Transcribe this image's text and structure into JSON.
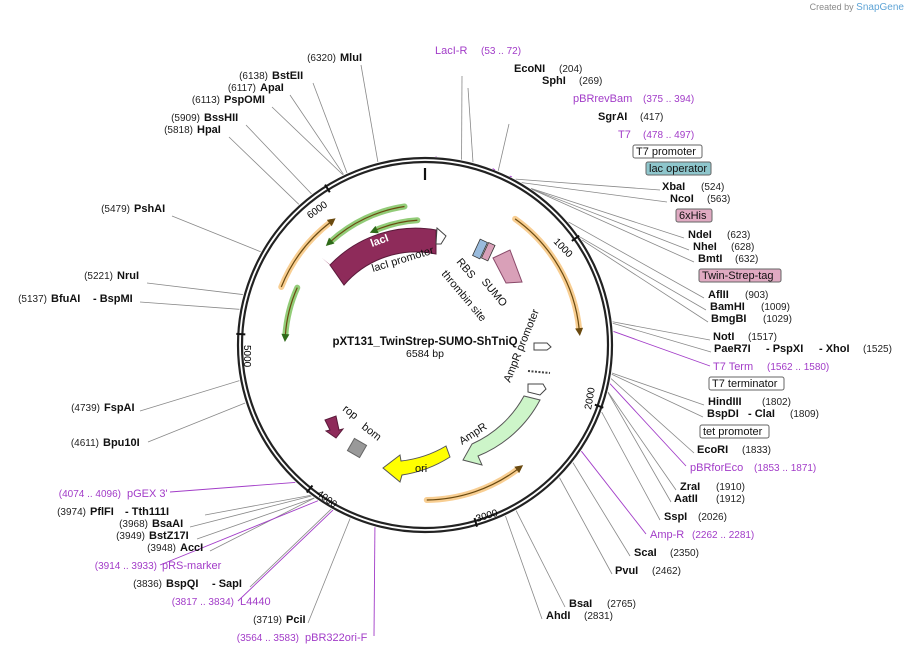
{
  "credit": {
    "created_by": "Created by",
    "brand": "SnapGene"
  },
  "plasmid": {
    "name": "pXT131_TwinStrep-SUMO-ShTniQ",
    "size": "6584 bp",
    "ticks": [
      "1000",
      "2000",
      "3000",
      "4000",
      "5000",
      "6000"
    ]
  },
  "features": [
    {
      "label": "lacI"
    },
    {
      "label": "lacI promoter"
    },
    {
      "label": "RBS"
    },
    {
      "label": "SUMO"
    },
    {
      "label": "thrombin site"
    },
    {
      "label": "AmpR promoter"
    },
    {
      "label": "AmpR"
    },
    {
      "label": "ori"
    },
    {
      "label": "rop"
    },
    {
      "label": "bom"
    }
  ],
  "colors": {
    "lacI": "#8e2b5a",
    "sumo": "#d9a0b8",
    "ampr": "#cdf5c9",
    "ori": "#ffff00",
    "rop": "#8e2b5a",
    "bom": "#999999",
    "orange_arc": "#f5b357",
    "green_arc": "#58b030",
    "primer": "#a23cc8"
  },
  "labels": {
    "mlui": {
      "name": "MluI",
      "pos": "(6320)"
    },
    "bsteii": {
      "name": "BstEII",
      "pos": "(6138)"
    },
    "apai": {
      "name": "ApaI",
      "pos": "(6117)"
    },
    "pspomi": {
      "name": "PspOMI",
      "pos": "(6113)"
    },
    "bsshii": {
      "name": "BssHII",
      "pos": "(5909)"
    },
    "hpai": {
      "name": "HpaI",
      "pos": "(5818)"
    },
    "pshai": {
      "name": "PshAI",
      "pos": "(5479)"
    },
    "nrui": {
      "name": "NruI",
      "pos": "(5221)"
    },
    "bfuai": {
      "name": "BfuAI",
      "pos": "(5137)",
      "extra": "- BspMI"
    },
    "fspai": {
      "name": "FspAI",
      "pos": "(4739)"
    },
    "bpu10i": {
      "name": "Bpu10I",
      "pos": "(4611)"
    },
    "pgex3": {
      "name": "pGEX 3'",
      "pos": "(4074 .. 4096)"
    },
    "pflfi": {
      "name": "PflFI",
      "pos": "(3974)",
      "extra": "- Tth111I"
    },
    "bsaai": {
      "name": "BsaAI",
      "pos": "(3968)"
    },
    "bstz17i": {
      "name": "BstZ17I",
      "pos": "(3949)"
    },
    "acci": {
      "name": "AccI",
      "pos": "(3948)"
    },
    "prs": {
      "name": "pRS-marker",
      "pos": "(3914 .. 3933)"
    },
    "bspqi": {
      "name": "BspQI",
      "pos": "(3836)",
      "extra": "- SapI"
    },
    "l4440": {
      "name": "L4440",
      "pos": "(3817 .. 3834)"
    },
    "pcii": {
      "name": "PciI",
      "pos": "(3719)"
    },
    "pbr322": {
      "name": "pBR322ori-F",
      "pos": "(3564 .. 3583)"
    },
    "lacir": {
      "name": "LacI-R",
      "pos": "(53 .. 72)"
    },
    "econi": {
      "name": "EcoNI",
      "pos": "(204)"
    },
    "sphi": {
      "name": "SphI",
      "pos": "(269)"
    },
    "pbrrev": {
      "name": "pBRrevBam",
      "pos": "(375 .. 394)"
    },
    "sgrai": {
      "name": "SgrAI",
      "pos": "(417)"
    },
    "t7": {
      "name": "T7",
      "pos": "(478 .. 497)"
    },
    "t7prom": {
      "name": "T7 promoter"
    },
    "lacop": {
      "name": "lac operator"
    },
    "xbai": {
      "name": "XbaI",
      "pos": "(524)"
    },
    "ncoi": {
      "name": "NcoI",
      "pos": "(563)"
    },
    "his": {
      "name": "6xHis"
    },
    "ndei": {
      "name": "NdeI",
      "pos": "(623)"
    },
    "nhei": {
      "name": "NheI",
      "pos": "(628)"
    },
    "bmti": {
      "name": "BmtI",
      "pos": "(632)"
    },
    "twin": {
      "name": "Twin-Strep-tag"
    },
    "aflii": {
      "name": "AflII",
      "pos": "(903)"
    },
    "bamhi": {
      "name": "BamHI",
      "pos": "(1009)"
    },
    "bmgbi": {
      "name": "BmgBI",
      "pos": "(1029)"
    },
    "noti": {
      "name": "NotI",
      "pos": "(1517)"
    },
    "paer7i": {
      "name": "PaeR7I",
      "extra1": "- PspXI",
      "extra2": "- XhoI",
      "pos": "(1525)"
    },
    "t7term": {
      "name": "T7 Term",
      "pos": "(1562 .. 1580)"
    },
    "t7terminator": {
      "name": "T7 terminator"
    },
    "hindiii": {
      "name": "HindIII",
      "pos": "(1802)"
    },
    "bspdi": {
      "name": "BspDI",
      "extra": "- ClaI",
      "pos": "(1809)"
    },
    "tetprom": {
      "name": "tet promoter"
    },
    "ecori": {
      "name": "EcoRI",
      "pos": "(1833)"
    },
    "pbrforeco": {
      "name": "pBRforEco",
      "pos": "(1853 .. 1871)"
    },
    "zrai": {
      "name": "ZraI",
      "pos": "(1910)"
    },
    "aatii": {
      "name": "AatII",
      "pos": "(1912)"
    },
    "sspi": {
      "name": "SspI",
      "pos": "(2026)"
    },
    "ampr_primer": {
      "name": "Amp-R",
      "pos": "(2262 .. 2281)"
    },
    "scai": {
      "name": "ScaI",
      "pos": "(2350)"
    },
    "pvui": {
      "name": "PvuI",
      "pos": "(2462)"
    },
    "bsai": {
      "name": "BsaI",
      "pos": "(2765)"
    },
    "ahdi": {
      "name": "AhdI",
      "pos": "(2831)"
    }
  }
}
